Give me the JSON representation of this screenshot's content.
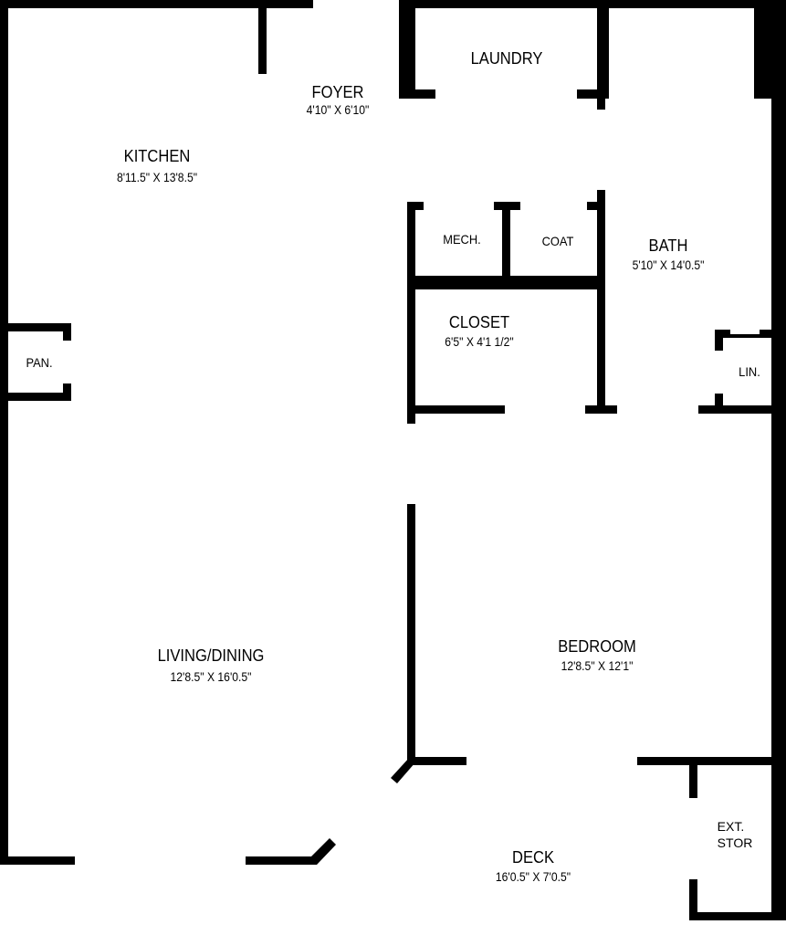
{
  "plan": {
    "wall_color": "#000000",
    "background": "#ffffff",
    "rooms": {
      "kitchen": {
        "name": "KITCHEN",
        "dims": "8'11.5\" X 13'8.5\""
      },
      "foyer": {
        "name": "FOYER",
        "dims": "4'10\" X 6'10\""
      },
      "laundry": {
        "name": "LAUNDRY"
      },
      "mech": {
        "name": "MECH."
      },
      "coat": {
        "name": "COAT"
      },
      "bath": {
        "name": "BATH",
        "dims": "5'10\" X 14'0.5\""
      },
      "closet": {
        "name": "CLOSET",
        "dims": "6'5\" X 4'1 1/2\""
      },
      "pantry": {
        "name": "PAN."
      },
      "linen": {
        "name": "LIN."
      },
      "living_dining": {
        "name": "LIVING/DINING",
        "dims": "12'8.5\" X 16'0.5\""
      },
      "bedroom": {
        "name": "BEDROOM",
        "dims": "12'8.5\" X 12'1\""
      },
      "deck": {
        "name": "DECK",
        "dims": "16'0.5\" X 7'0.5\""
      },
      "ext_storage": {
        "line1": "EXT.",
        "line2": "STOR"
      }
    }
  }
}
